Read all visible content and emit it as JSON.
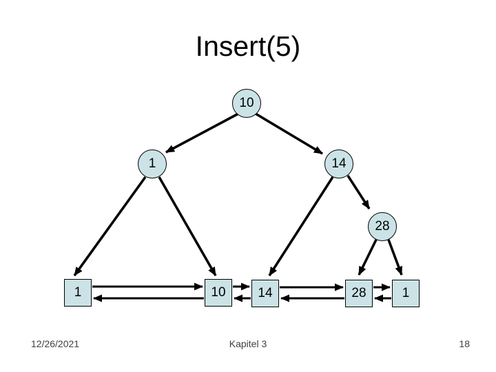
{
  "slide": {
    "title": "Insert(5)",
    "footer": {
      "date": "12/26/2021",
      "section": "Kapitel 3",
      "page_number": "18"
    }
  },
  "tree": {
    "internal": [
      {
        "label": "10"
      },
      {
        "label": "1"
      },
      {
        "label": "14"
      },
      {
        "label": "28"
      }
    ],
    "leaves": [
      {
        "label": "1"
      },
      {
        "label": "10"
      },
      {
        "label": "14"
      },
      {
        "label": "28"
      },
      {
        "label": "1"
      }
    ],
    "colors": {
      "node_fill": "#cbe3e6",
      "node_border": "#000000",
      "edge": "#000000",
      "background": "#ffffff",
      "title_text": "#000000",
      "footer_text": "#404040"
    }
  }
}
